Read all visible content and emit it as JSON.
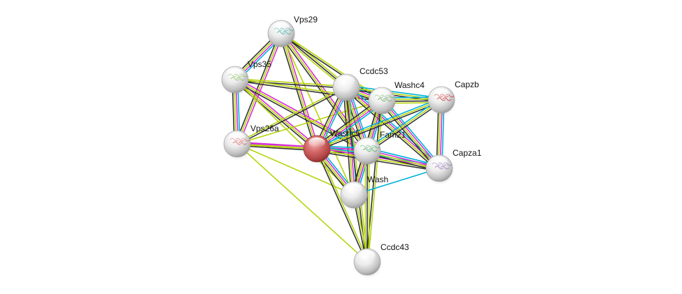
{
  "title": "Protein interaction network",
  "edge_colors": {
    "curated": "#00b3d9",
    "experimental": "#d62dd6",
    "textmining": "#b6d40a",
    "coexpression": "#333333",
    "homology": "#7272e0"
  },
  "nodes": [
    {
      "id": "Vps29",
      "label": "Vps29",
      "color": "#e8e8e8",
      "structure": "#4fb4a8"
    },
    {
      "id": "Vps35",
      "label": "Vps35",
      "color": "#e8e8e8",
      "structure": "#8ec66c"
    },
    {
      "id": "Ccdc53",
      "label": "Ccdc53",
      "color": "#e8e8e8",
      "structure": ""
    },
    {
      "id": "Washc4",
      "label": "Washc4",
      "color": "#e8e8e8",
      "structure": "#6fb36a"
    },
    {
      "id": "Capzb",
      "label": "Capzb",
      "color": "#e8e8e8",
      "structure": "#d04040"
    },
    {
      "id": "Vps26a",
      "label": "Vps26a",
      "color": "#e8e8e8",
      "structure": "#e07070"
    },
    {
      "id": "Washc5",
      "label": "Washc5",
      "color": "#d86a6a",
      "structure": ""
    },
    {
      "id": "Fam21",
      "label": "Fam21",
      "color": "#e8e8e8",
      "structure": "#5cb06c"
    },
    {
      "id": "Capza1",
      "label": "Capza1",
      "color": "#e8e8e8",
      "structure": "#a080c0"
    },
    {
      "id": "Wash",
      "label": "Wash",
      "color": "#e8e8e8",
      "structure": ""
    },
    {
      "id": "Ccdc43",
      "label": "Ccdc43",
      "color": "#e8e8e8",
      "structure": ""
    }
  ],
  "edges": [
    {
      "source": "Vps29",
      "target": "Vps35",
      "types": [
        "curated",
        "experimental",
        "textmining",
        "coexpression"
      ]
    },
    {
      "source": "Vps29",
      "target": "Vps26a",
      "types": [
        "experimental",
        "textmining",
        "coexpression"
      ]
    },
    {
      "source": "Vps29",
      "target": "Ccdc53",
      "types": [
        "textmining",
        "coexpression",
        "textmining"
      ]
    },
    {
      "source": "Vps29",
      "target": "Washc4",
      "types": [
        "textmining",
        "coexpression"
      ]
    },
    {
      "source": "Vps29",
      "target": "Washc5",
      "types": [
        "experimental",
        "textmining",
        "coexpression"
      ]
    },
    {
      "source": "Vps29",
      "target": "Fam21",
      "types": [
        "experimental",
        "textmining",
        "coexpression"
      ]
    },
    {
      "source": "Vps29",
      "target": "Wash",
      "types": [
        "textmining"
      ]
    },
    {
      "source": "Vps35",
      "target": "Vps26a",
      "types": [
        "curated",
        "experimental",
        "textmining",
        "coexpression"
      ]
    },
    {
      "source": "Vps35",
      "target": "Ccdc53",
      "types": [
        "textmining",
        "coexpression"
      ]
    },
    {
      "source": "Vps35",
      "target": "Washc4",
      "types": [
        "textmining",
        "coexpression"
      ]
    },
    {
      "source": "Vps35",
      "target": "Washc5",
      "types": [
        "experimental",
        "textmining",
        "coexpression"
      ]
    },
    {
      "source": "Vps35",
      "target": "Fam21",
      "types": [
        "experimental",
        "textmining",
        "coexpression"
      ]
    },
    {
      "source": "Vps35",
      "target": "Wash",
      "types": [
        "textmining"
      ]
    },
    {
      "source": "Vps26a",
      "target": "Washc5",
      "types": [
        "experimental",
        "textmining",
        "coexpression"
      ]
    },
    {
      "source": "Vps26a",
      "target": "Fam21",
      "types": [
        "experimental",
        "textmining"
      ]
    },
    {
      "source": "Vps26a",
      "target": "Ccdc53",
      "types": [
        "textmining",
        "coexpression"
      ]
    },
    {
      "source": "Vps26a",
      "target": "Washc4",
      "types": [
        "textmining"
      ]
    },
    {
      "source": "Vps26a",
      "target": "Wash",
      "types": [
        "textmining"
      ]
    },
    {
      "source": "Ccdc53",
      "target": "Washc4",
      "types": [
        "curated",
        "experimental",
        "textmining",
        "coexpression"
      ]
    },
    {
      "source": "Ccdc53",
      "target": "Washc5",
      "types": [
        "curated",
        "experimental",
        "textmining",
        "coexpression"
      ]
    },
    {
      "source": "Ccdc53",
      "target": "Fam21",
      "types": [
        "curated",
        "experimental",
        "textmining",
        "coexpression"
      ]
    },
    {
      "source": "Ccdc53",
      "target": "Wash",
      "types": [
        "curated",
        "experimental",
        "textmining",
        "coexpression"
      ]
    },
    {
      "source": "Ccdc53",
      "target": "Capzb",
      "types": [
        "curated",
        "textmining",
        "coexpression"
      ]
    },
    {
      "source": "Ccdc53",
      "target": "Capza1",
      "types": [
        "curated",
        "experimental",
        "textmining",
        "coexpression"
      ]
    },
    {
      "source": "Ccdc53",
      "target": "Ccdc43",
      "types": [
        "textmining",
        "coexpression"
      ]
    },
    {
      "source": "Washc4",
      "target": "Washc5",
      "types": [
        "curated",
        "experimental",
        "textmining",
        "coexpression"
      ]
    },
    {
      "source": "Washc4",
      "target": "Fam21",
      "types": [
        "curated",
        "experimental",
        "textmining",
        "coexpression"
      ]
    },
    {
      "source": "Washc4",
      "target": "Wash",
      "types": [
        "curated",
        "experimental",
        "textmining",
        "coexpression"
      ]
    },
    {
      "source": "Washc4",
      "target": "Capzb",
      "types": [
        "curated",
        "textmining",
        "coexpression",
        "textmining"
      ]
    },
    {
      "source": "Washc4",
      "target": "Capza1",
      "types": [
        "curated",
        "experimental",
        "textmining",
        "coexpression"
      ]
    },
    {
      "source": "Washc4",
      "target": "Ccdc43",
      "types": [
        "textmining",
        "coexpression"
      ]
    },
    {
      "source": "Washc5",
      "target": "Fam21",
      "types": [
        "curated",
        "experimental",
        "textmining",
        "coexpression"
      ]
    },
    {
      "source": "Washc5",
      "target": "Wash",
      "types": [
        "curated",
        "experimental",
        "textmining",
        "coexpression"
      ]
    },
    {
      "source": "Washc5",
      "target": "Capzb",
      "types": [
        "curated",
        "textmining",
        "coexpression"
      ]
    },
    {
      "source": "Washc5",
      "target": "Capza1",
      "types": [
        "curated",
        "experimental",
        "textmining",
        "coexpression"
      ]
    },
    {
      "source": "Washc5",
      "target": "Ccdc43",
      "types": [
        "textmining",
        "coexpression"
      ]
    },
    {
      "source": "Fam21",
      "target": "Wash",
      "types": [
        "curated",
        "experimental",
        "textmining",
        "coexpression"
      ]
    },
    {
      "source": "Fam21",
      "target": "Capzb",
      "types": [
        "curated",
        "textmining",
        "coexpression"
      ]
    },
    {
      "source": "Fam21",
      "target": "Capza1",
      "types": [
        "curated",
        "experimental",
        "textmining",
        "coexpression"
      ]
    },
    {
      "source": "Fam21",
      "target": "Ccdc43",
      "types": [
        "textmining",
        "coexpression",
        "textmining"
      ]
    },
    {
      "source": "Capzb",
      "target": "Capza1",
      "types": [
        "curated",
        "experimental",
        "textmining",
        "coexpression"
      ]
    },
    {
      "source": "Wash",
      "target": "Capza1",
      "types": [
        "curated"
      ]
    },
    {
      "source": "Wash",
      "target": "Ccdc43",
      "types": [
        "textmining",
        "coexpression"
      ]
    },
    {
      "source": "Vps26a",
      "target": "Ccdc43",
      "types": [
        "textmining"
      ]
    }
  ]
}
